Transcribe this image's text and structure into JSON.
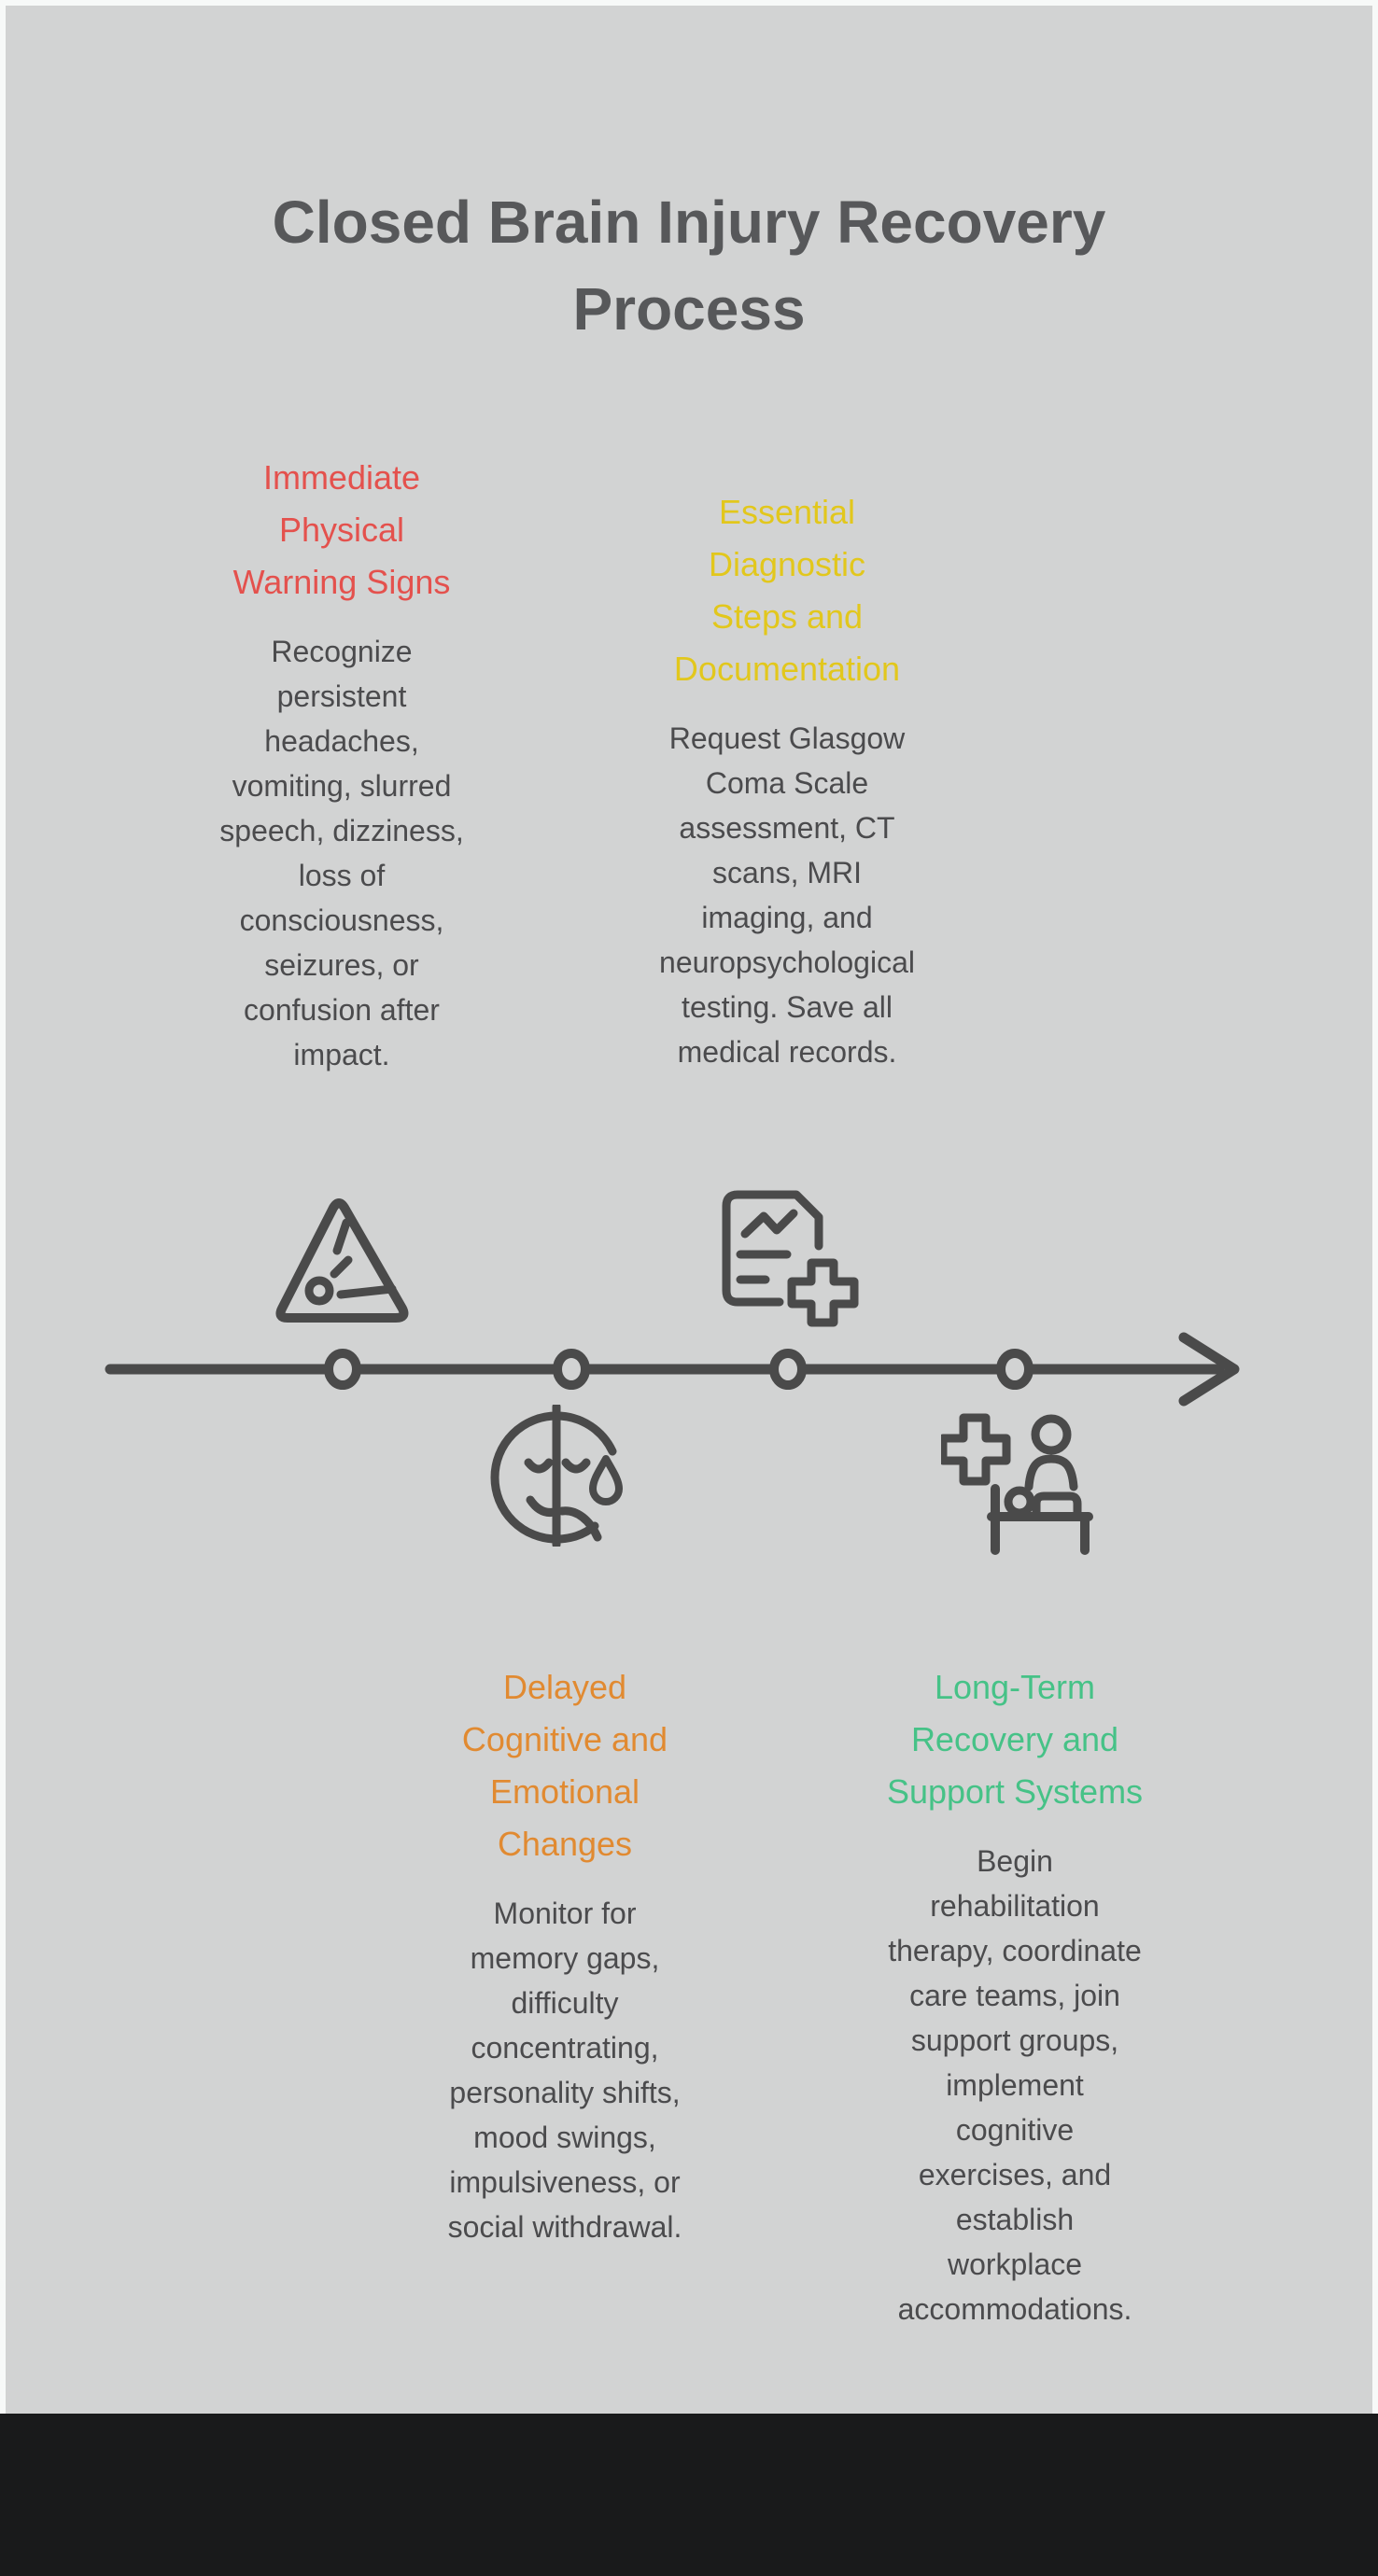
{
  "title": {
    "text": "Closed Brain Injury Recovery\nProcess",
    "color": "#57585A"
  },
  "colors": {
    "page_background": "#F7F9F8",
    "panel_background": "#D2D3D3",
    "footer_bar": "#191A1B",
    "body_text": "#4B4B4D",
    "timeline_and_icons": "#4A4A4A"
  },
  "timeline": {
    "direction": "left-to-right",
    "node_count": 4,
    "line_color": "#4A4A4A"
  },
  "stages": [
    {
      "heading": "Immediate\nPhysical\nWarning Signs",
      "body": "Recognize\npersistent\nheadaches,\nvomiting, slurred\nspeech, dizziness,\nloss of\nconsciousness,\nseizures, or\nconfusion after\nimpact.",
      "accent_color": "#E4514D",
      "icon": "warning-triangle-icon",
      "placement": "above-line"
    },
    {
      "heading": "Essential\nDiagnostic\nSteps and\nDocumentation",
      "body": "Request Glasgow\nComa Scale\nassessment, CT\nscans, MRI\nimaging, and\nneuropsychological\ntesting. Save all\nmedical records.",
      "accent_color": "#E2C71C",
      "icon": "medical-report-icon",
      "placement": "above-line"
    },
    {
      "heading": "Delayed\nCognitive and\nEmotional\nChanges",
      "body": "Monitor for\nmemory gaps,\ndifficulty\nconcentrating,\npersonality shifts,\nmood swings,\nimpulsiveness, or\nsocial withdrawal.",
      "accent_color": "#E18A31",
      "icon": "mixed-emotions-face-icon",
      "placement": "below-line"
    },
    {
      "heading": "Long-Term\nRecovery and\nSupport Systems",
      "body": "Begin\nrehabilitation\ntherapy, coordinate\ncare teams, join\nsupport groups,\nimplement\ncognitive\nexercises, and\nestablish\nworkplace\naccommodations.",
      "accent_color": "#46C287",
      "icon": "rehabilitation-bed-icon",
      "placement": "below-line"
    }
  ]
}
